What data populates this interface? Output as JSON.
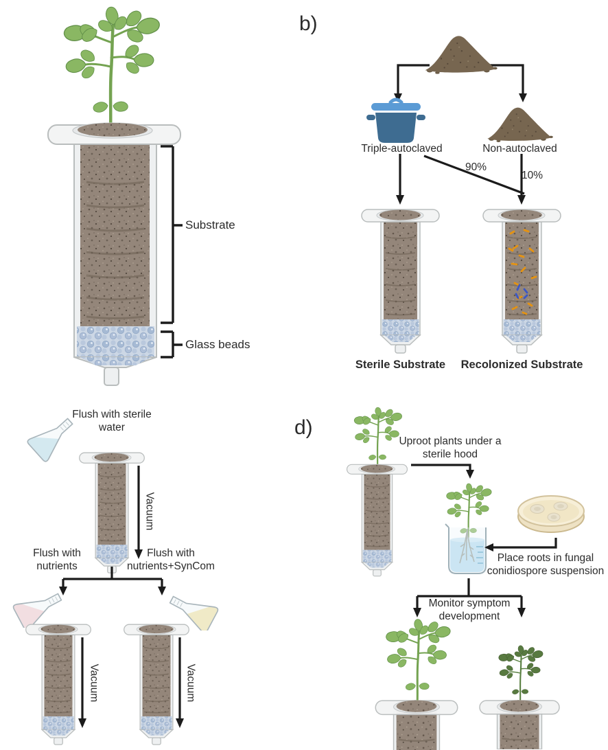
{
  "figure": {
    "panel_a": {
      "substrate_label": "Substrate",
      "glass_beads_label": "Glass beads"
    },
    "panel_b": {
      "label": "b)",
      "triple_autoclaved_label": "Triple-autoclaved",
      "non_autoclaved_label": "Non-autoclaved",
      "percent_90": "90%",
      "percent_10": "10%",
      "sterile_substrate_label": "Sterile Substrate",
      "recolonized_substrate_label": "Recolonized Substrate"
    },
    "panel_c": {
      "flush_sterile_water": "Flush with sterile\nwater",
      "vacuum_1": "Vacuum",
      "vacuum_2": "Vacuum",
      "vacuum_3": "Vacuum",
      "flush_nutrients": "Flush with\nnutrients",
      "flush_nutrients_syncom": "Flush with\nnutrients+SynCom"
    },
    "panel_d": {
      "label": "d)",
      "uproot_label": "Uproot plants under a\nsterile hood",
      "place_roots_label": "Place roots in fungal\nconidiospore suspension",
      "monitor_label": "Monitor symptom\ndevelopment"
    },
    "colors": {
      "soil": "#94867a",
      "soil_pile": "#776650",
      "glass_beads": "#a6bad4",
      "pot_body": "#3e6c91",
      "pot_lid": "#5b9bd5",
      "sterile_water_liquid": "#bfe0ec",
      "nutrients_liquid": "#f6ccd0",
      "nutrients_syncom_liquid": "#f2e2a0",
      "beaker_liquid": "#b4daee",
      "petri_dish": "#f4ebcf",
      "microbe_orange": "#e59312",
      "microbe_blue": "#3b57c5",
      "plant_green": "#8ab763",
      "plant_diseased": "#587a40",
      "arrow": "#1b1b1b"
    }
  }
}
